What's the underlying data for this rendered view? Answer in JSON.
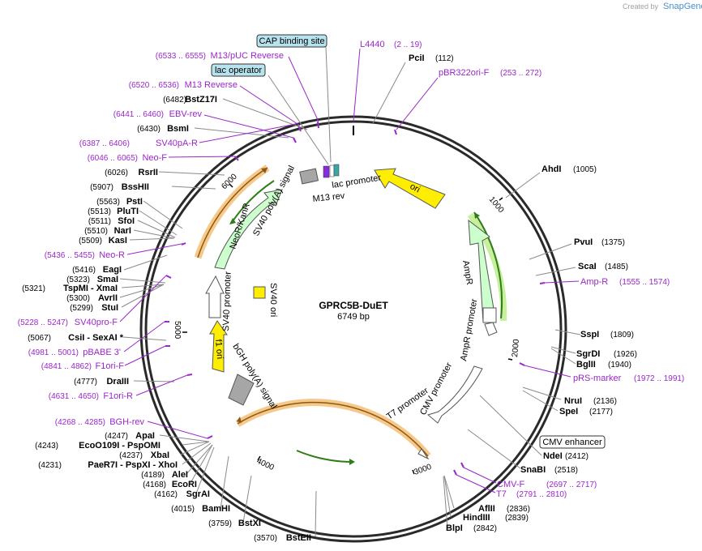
{
  "credit": {
    "prefix": "Created by",
    "brand": "SnapGene"
  },
  "plasmid": {
    "name": "GPRC5B-DuET",
    "length": "6749 bp"
  },
  "ticks": [
    "1000",
    "2000",
    "3000",
    "4000",
    "5000",
    "6000"
  ],
  "enzymes_right": [
    {
      "name": "PciI",
      "pos": "(112)"
    },
    {
      "name": "AhdI",
      "pos": "(1005)"
    },
    {
      "name": "PvuI",
      "pos": "(1375)"
    },
    {
      "name": "ScaI",
      "pos": "(1485)"
    },
    {
      "name": "SspI",
      "pos": "(1809)"
    },
    {
      "name": "SgrDI",
      "pos": "(1926)"
    },
    {
      "name": "BglII",
      "pos": "(1940)"
    },
    {
      "name": "NruI",
      "pos": "(2136)"
    },
    {
      "name": "SpeI",
      "pos": "(2177)"
    },
    {
      "name": "NdeI",
      "pos": "(2412)"
    },
    {
      "name": "SnaBI",
      "pos": "(2518)"
    },
    {
      "name": "AflII",
      "pos": "(2836)"
    },
    {
      "name": "HindIII",
      "pos": "(2839)"
    },
    {
      "name": "BlpI",
      "pos": "(2842)"
    }
  ],
  "enzymes_left": [
    {
      "name": "BstZ17I",
      "pos": "(6482)"
    },
    {
      "name": "BsmI",
      "pos": "(6430)"
    },
    {
      "name": "RsrII",
      "pos": "(6026)"
    },
    {
      "name": "BssHII",
      "pos": "(5907)"
    },
    {
      "name": "PstI",
      "pos": "(5563)"
    },
    {
      "name": "PluTI",
      "pos": "(5513)"
    },
    {
      "name": "SfoI",
      "pos": "(5511)"
    },
    {
      "name": "NarI",
      "pos": "(5510)"
    },
    {
      "name": "KasI",
      "pos": "(5509)"
    },
    {
      "name": "EagI",
      "pos": "(5416)"
    },
    {
      "name": "SmaI",
      "pos": "(5323)"
    },
    {
      "name": "TspMI - XmaI",
      "pos": "(5321)"
    },
    {
      "name": "AvrII",
      "pos": "(5300)"
    },
    {
      "name": "StuI",
      "pos": "(5299)"
    },
    {
      "name": "CsiI - SexAI *",
      "pos": "(5067)"
    },
    {
      "name": "DraIII",
      "pos": "(4777)"
    },
    {
      "name": "ApaI",
      "pos": "(4247)"
    },
    {
      "name": "EcoO109I - PspOMI",
      "pos": "(4243)"
    },
    {
      "name": "XbaI",
      "pos": "(4237)"
    },
    {
      "name": "PaeR7I - PspXI - XhoI",
      "pos": "(4231)"
    },
    {
      "name": "AleI",
      "pos": "(4189)"
    },
    {
      "name": "EcoRI",
      "pos": "(4168)"
    },
    {
      "name": "SgrAI",
      "pos": "(4162)"
    },
    {
      "name": "BamHI",
      "pos": "(4015)"
    },
    {
      "name": "BstXI",
      "pos": "(3759)"
    },
    {
      "name": "BstEII",
      "pos": "(3570)"
    }
  ],
  "primers": [
    {
      "name": "L4440",
      "range": "(2 .. 19)"
    },
    {
      "name": "pBR322ori-F",
      "range": "(253 .. 272)"
    },
    {
      "name": "Amp-R",
      "range": "(1555 .. 1574)"
    },
    {
      "name": "pRS-marker",
      "range": "(1972 .. 1991)"
    },
    {
      "name": "CMV-F",
      "range": "(2697 .. 2717)"
    },
    {
      "name": "T7",
      "range": "(2791 .. 2810)"
    },
    {
      "name": "M13/pUC Reverse",
      "range": "(6533 .. 6555)"
    },
    {
      "name": "M13 Reverse",
      "range": "(6520 .. 6536)"
    },
    {
      "name": "EBV-rev",
      "range": "(6441 .. 6460)"
    },
    {
      "name": "SV40pA-R",
      "range": "(6387 .. 6406)"
    },
    {
      "name": "Neo-F",
      "range": "(6046 .. 6065)"
    },
    {
      "name": "Neo-R",
      "range": "(5436 .. 5455)"
    },
    {
      "name": "SV40pro-F",
      "range": "(5228 .. 5247)"
    },
    {
      "name": "pBABE 3'",
      "range": "(4981 .. 5001)"
    },
    {
      "name": "F1ori-F",
      "range": "(4841 .. 4862)"
    },
    {
      "name": "F1ori-R",
      "range": "(4631 .. 4650)"
    },
    {
      "name": "BGH-rev",
      "range": "(4268 .. 4285)"
    }
  ],
  "boxed_labels": [
    "CAP binding site",
    "lac operator",
    "CMV enhancer"
  ],
  "features": [
    "ori",
    "AmpR",
    "AmpR promoter",
    "CMV promoter",
    "T7 promoter",
    "bGH poly(A) signal",
    "f1 ori",
    "SV40 promoter",
    "NeoR/KanR",
    "SV40 poly(A) signal",
    "SV40 ori",
    "lac promoter",
    "M13 rev"
  ],
  "colors": {
    "primer": "#9a27c8",
    "ori": "#ffee00",
    "amp": "#ccffcc",
    "gray": "#999999",
    "orf_glow": "#f6c88a",
    "dna": "#2a2a2a"
  }
}
